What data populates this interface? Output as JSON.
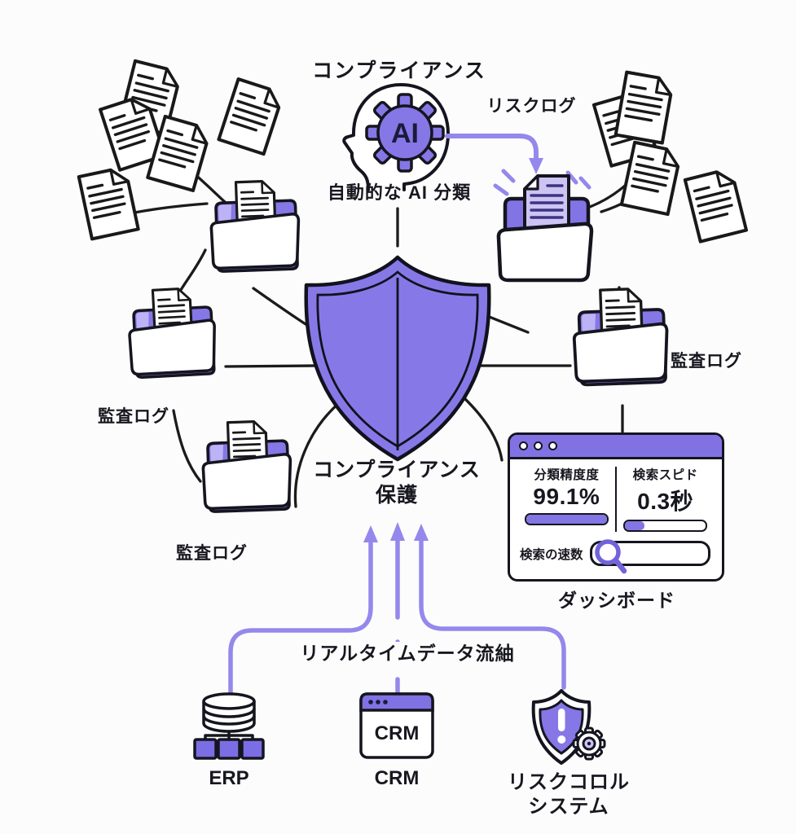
{
  "hero": {
    "title": "コンプライアンス",
    "ai_label": "AI",
    "caption": "自動的な AI 分類",
    "risk_log_label": "リスクログ"
  },
  "shield": {
    "caption_line1": "コンプライアンス",
    "caption_line2": "保護"
  },
  "folder_labels": {
    "audit_left_mid": "監査ログ",
    "audit_left_lower": "監査ログ",
    "audit_right": "監査ログ"
  },
  "dashboard": {
    "stat1_label": "分類精度度",
    "stat1_value": "99.1%",
    "stat1_progress_style": "width:100%",
    "stat2_label": "検索スピド",
    "stat2_value": "0.3秒",
    "stat2_progress_style": "width:24%",
    "search_label": "検索の速数",
    "caption": "ダッシボード"
  },
  "flow": {
    "realtime_label": "リアルタイムデータ流紬"
  },
  "sources": {
    "erp": {
      "label": "ERP"
    },
    "crm": {
      "label": "CRM",
      "window_text": "CRM"
    },
    "risk": {
      "label_line1": "リスクコロル",
      "label_line2": "システム"
    }
  },
  "colors": {
    "accent_purple": "#8577e6",
    "light_purple": "#9488ec",
    "outline_dark": "#15151f",
    "risk_doc_fill": "#cdc4f4"
  }
}
